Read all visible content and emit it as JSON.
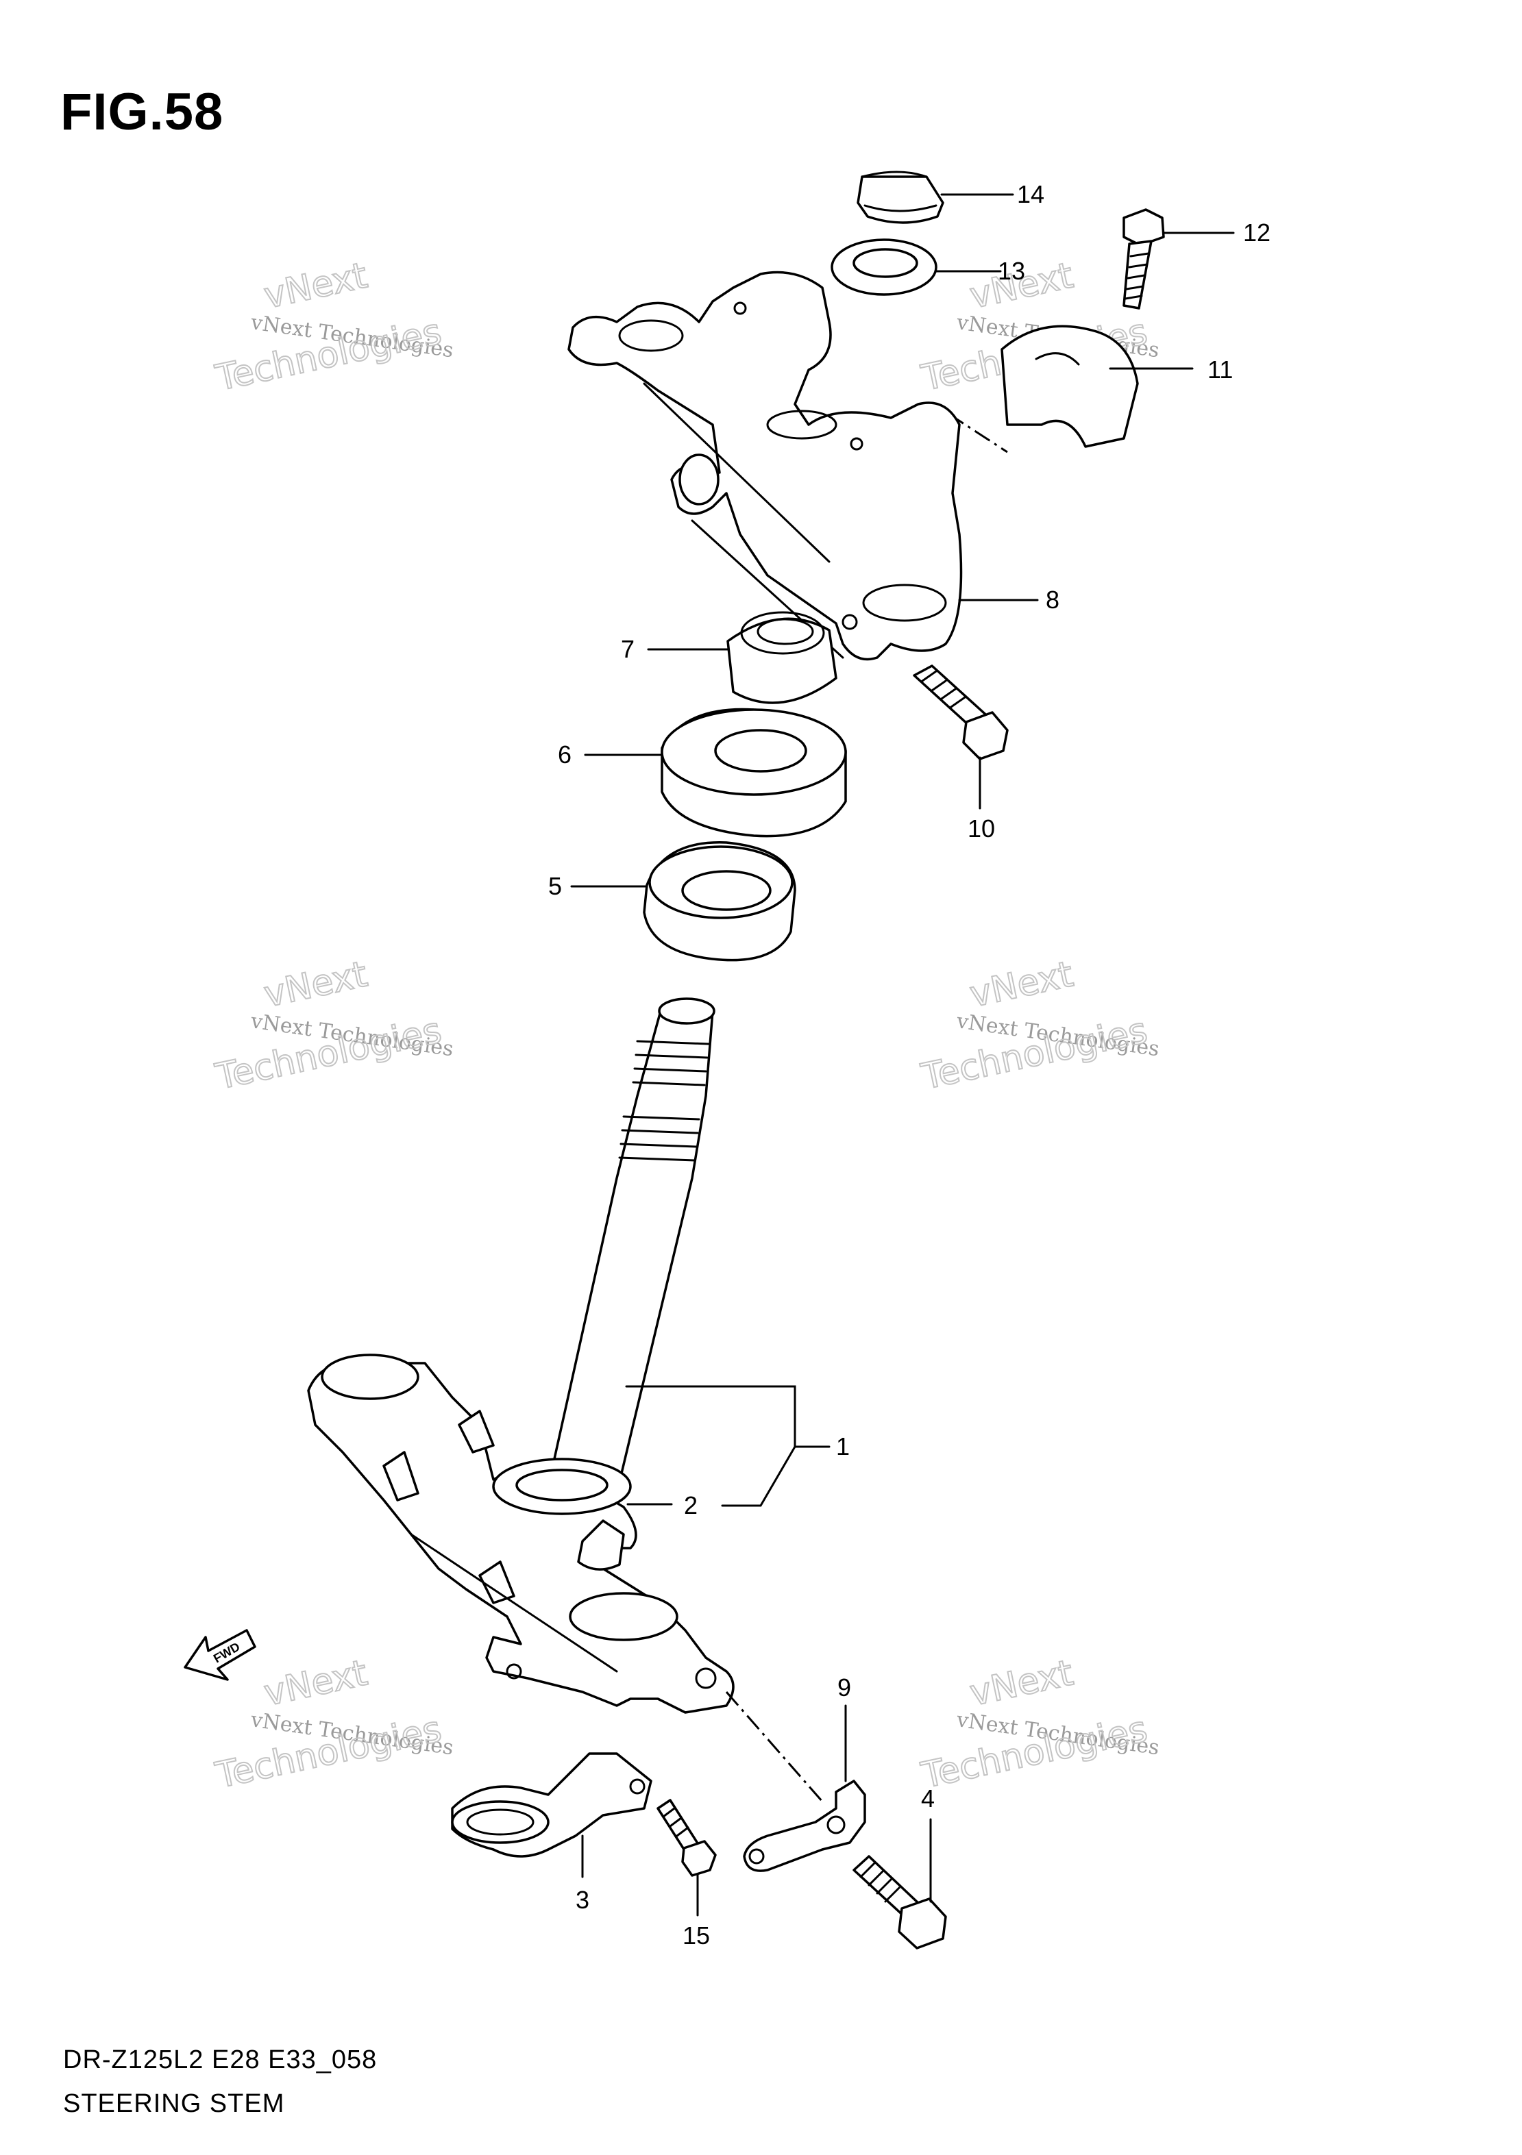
{
  "figure": {
    "title": "FIG.58",
    "model_code": "DR-Z125L2 E28 E33_058",
    "caption": "STEERING STEM"
  },
  "watermark": {
    "company": "vNext Technologies",
    "word_top": "vNext",
    "word_bottom": "Technologies"
  },
  "fwd_label": "FWD",
  "callouts": [
    {
      "id": "14",
      "label": "14"
    },
    {
      "id": "12",
      "label": "12"
    },
    {
      "id": "13",
      "label": "13"
    },
    {
      "id": "11",
      "label": "11"
    },
    {
      "id": "8",
      "label": "8"
    },
    {
      "id": "7",
      "label": "7"
    },
    {
      "id": "6",
      "label": "6"
    },
    {
      "id": "10",
      "label": "10"
    },
    {
      "id": "5",
      "label": "5"
    },
    {
      "id": "1",
      "label": "1"
    },
    {
      "id": "2",
      "label": "2"
    },
    {
      "id": "9",
      "label": "9"
    },
    {
      "id": "4",
      "label": "4"
    },
    {
      "id": "3",
      "label": "3"
    },
    {
      "id": "15",
      "label": "15"
    }
  ]
}
